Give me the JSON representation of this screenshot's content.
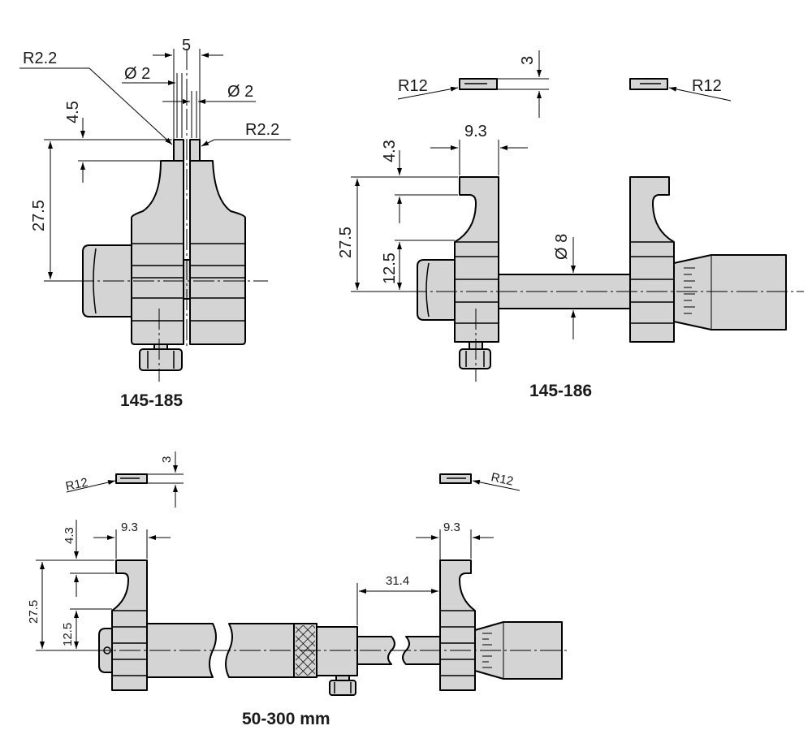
{
  "figures": {
    "fig_145_185": {
      "label": "145-185",
      "dims": {
        "width_top": "5",
        "dia_left": "Ø 2",
        "dia_right": "Ø 2",
        "radius_left": "R2.2",
        "radius_right": "R2.2",
        "tip_height": "4.5",
        "height": "27.5"
      }
    },
    "fig_145_186": {
      "label": "145-186",
      "dims": {
        "tip_thickness": "3",
        "radius_left": "R12",
        "radius_right": "R12",
        "jaw_width": "9.3",
        "tip_height": "4.3",
        "height": "27.5",
        "lower_height": "12.5",
        "rod_dia": "Ø 8"
      }
    },
    "fig_50_300": {
      "label": "50-300 mm",
      "dims": {
        "tip_thickness": "3",
        "radius_left": "R12",
        "radius_right": "R12",
        "jaw_width_left": "9.3",
        "jaw_width_right": "9.3",
        "tip_height": "4.3",
        "height": "27.5",
        "lower_height": "12.5",
        "offset": "31.4"
      }
    }
  }
}
